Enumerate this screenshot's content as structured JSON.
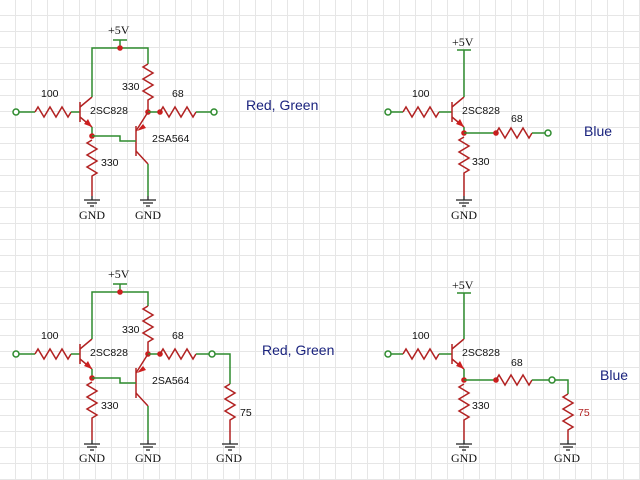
{
  "circuits": [
    {
      "caption": "Red, Green",
      "supply": "+5V",
      "gnd_left": "GND",
      "gnd_right": "GND",
      "r_base": "100",
      "r_emitter": "330",
      "r_collector": "330",
      "r_out": "68",
      "q_npn": "2SC828",
      "q_pnp": "2SA564"
    },
    {
      "caption": "Blue",
      "supply": "+5V",
      "gnd": "GND",
      "r_base": "100",
      "r_emitter": "330",
      "r_out": "68",
      "q_npn": "2SC828"
    },
    {
      "caption": "Red, Green",
      "supply": "+5V",
      "gnd_left": "GND",
      "gnd_mid": "GND",
      "gnd_load": "GND",
      "r_base": "100",
      "r_emitter": "330",
      "r_collector": "330",
      "r_out": "68",
      "r_load": "75",
      "q_npn": "2SC828",
      "q_pnp": "2SA564"
    },
    {
      "caption": "Blue",
      "supply": "+5V",
      "gnd": "GND",
      "gnd_load": "GND",
      "r_base": "100",
      "r_emitter": "330",
      "r_out": "68",
      "r_load": "75",
      "q_npn": "2SC828"
    }
  ]
}
